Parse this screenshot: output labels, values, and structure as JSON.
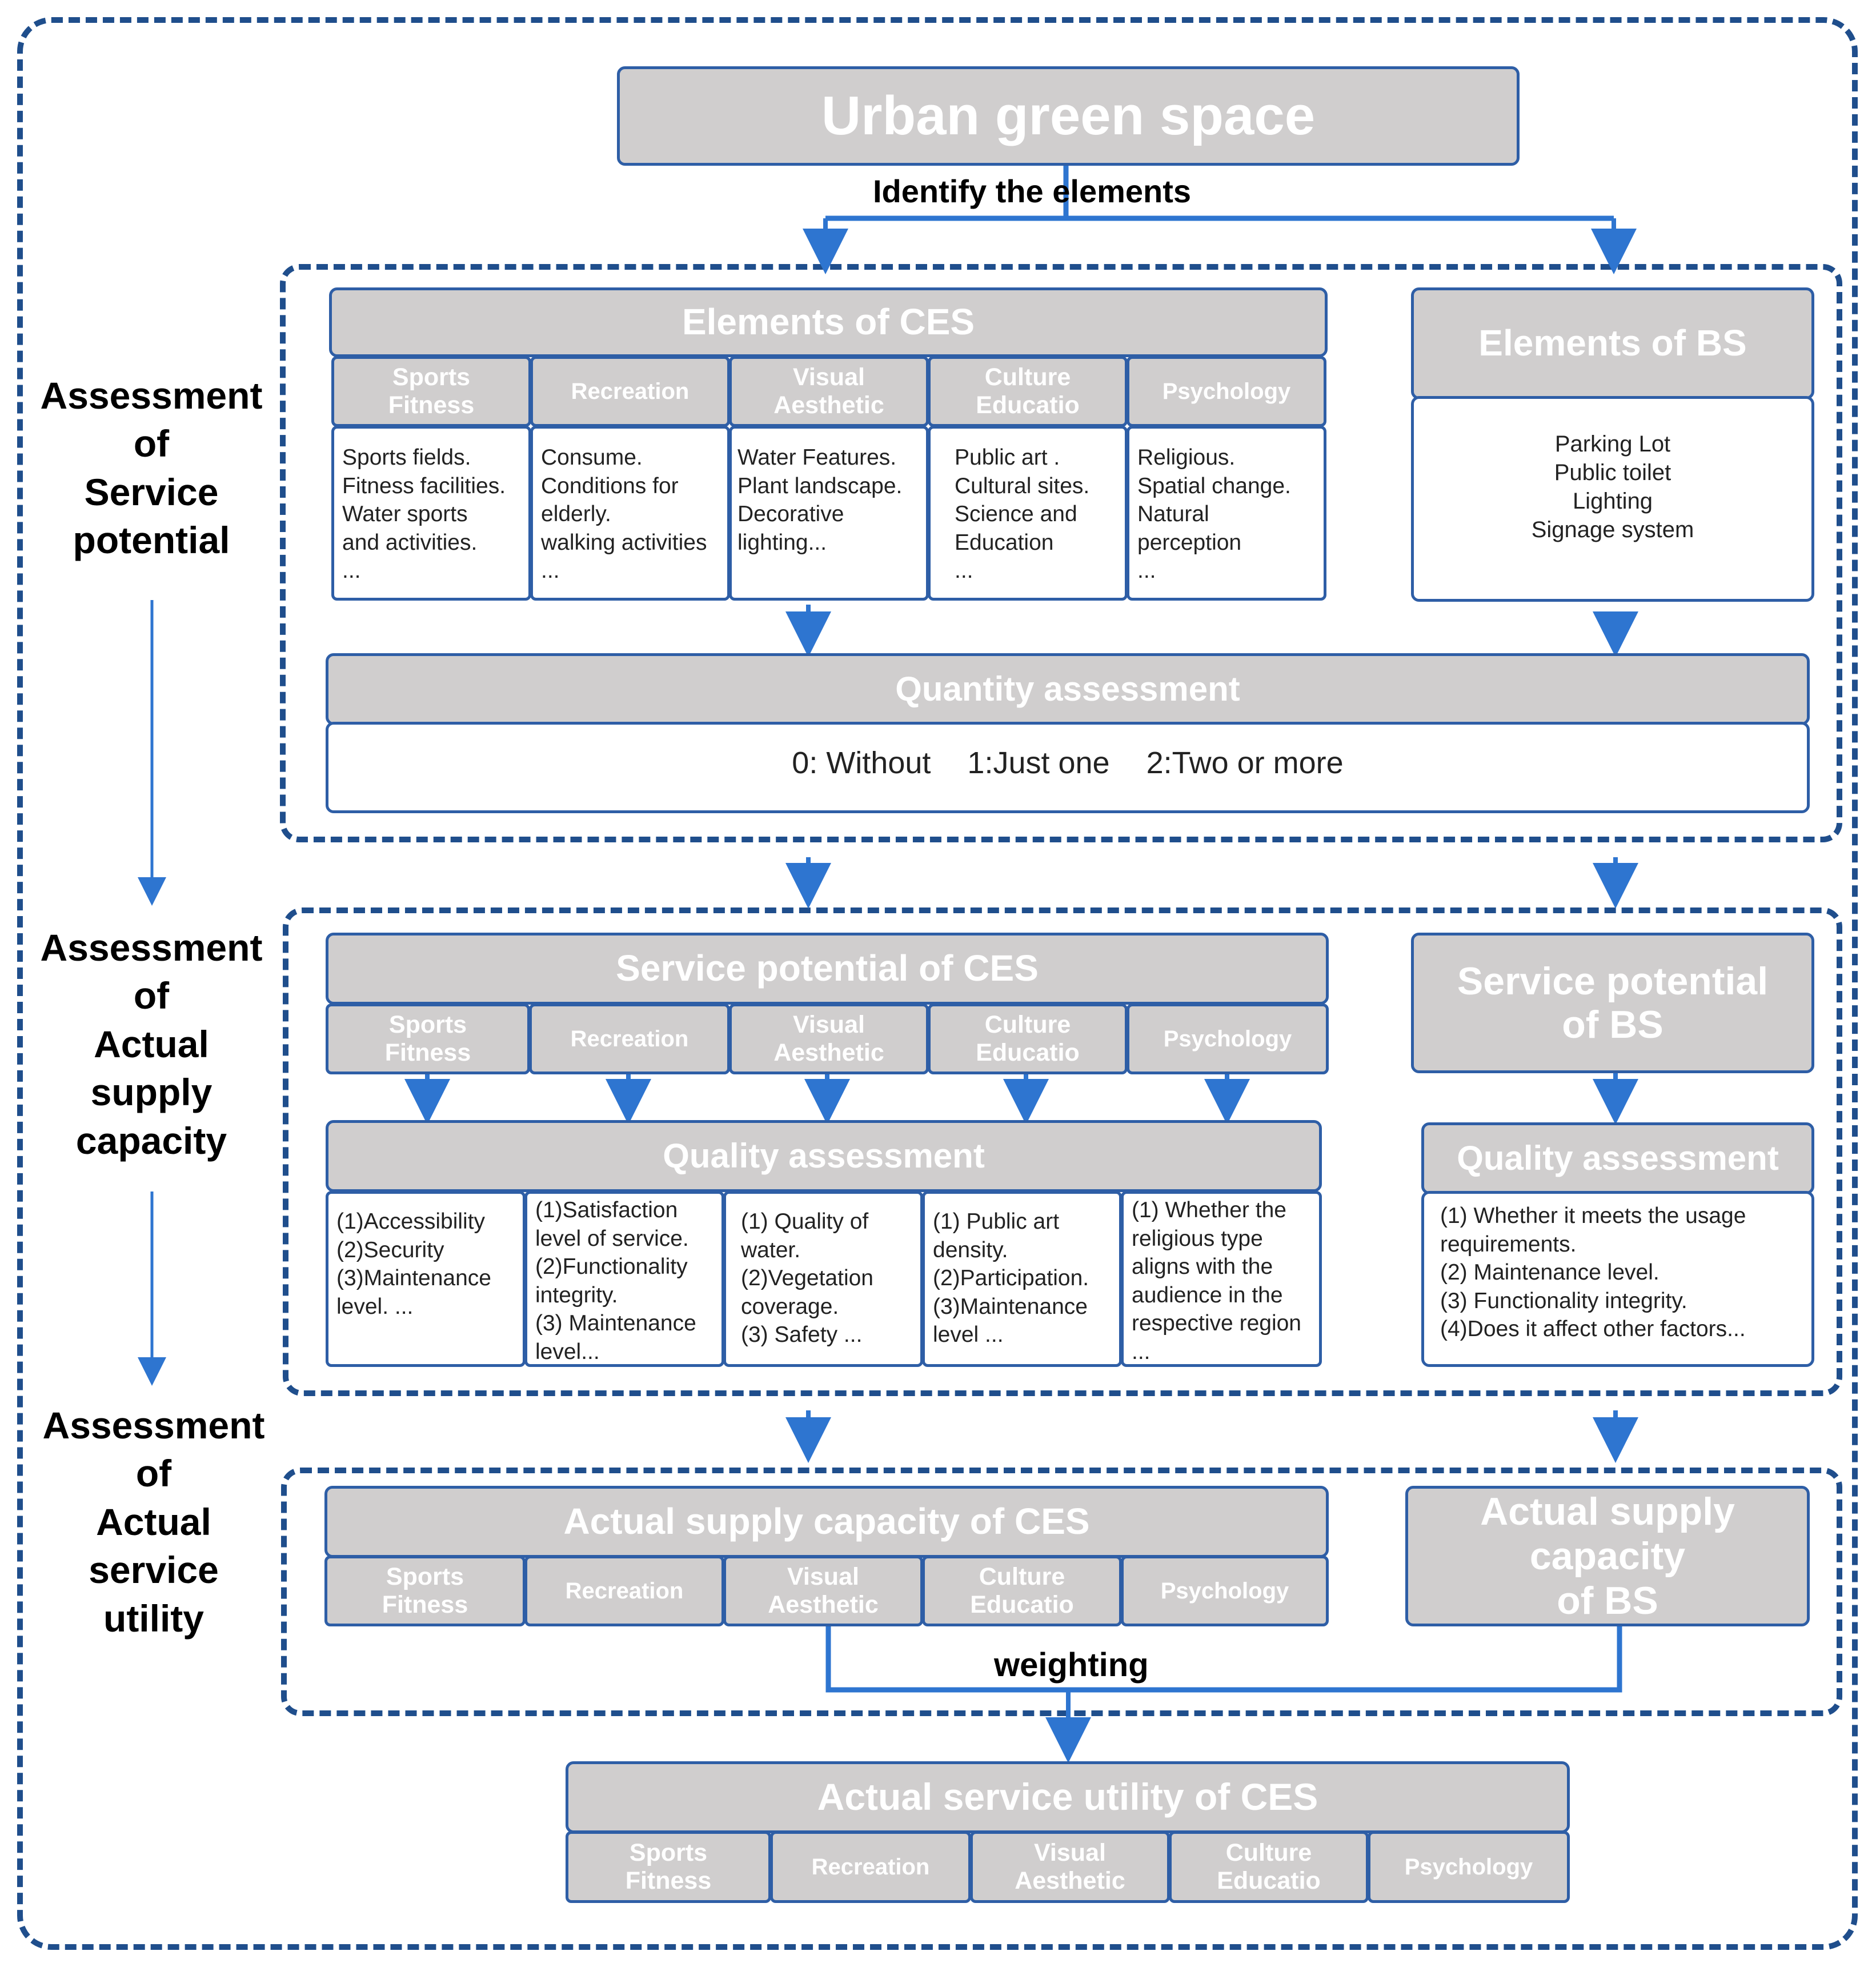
{
  "title": "Urban green space",
  "identify_label": "Identify the elements",
  "side_labels": {
    "stage1": "Assessment\nof\nService\npotential",
    "stage2": "Assessment\nof\nActual\nsupply\ncapacity",
    "stage3": "Assessment\nof\nActual\nservice\nutility"
  },
  "categories": [
    "Sports\nFitness",
    "Recreation",
    "Visual\nAesthetic",
    "Culture\nEducatio",
    "Psychology"
  ],
  "stage1": {
    "ces_title": "Elements of CES",
    "ces_elements": [
      "Sports fields.\nFitness facilities.\nWater sports\nand activities.\n...",
      "Consume.\nConditions for\nelderly.\nwalking activities\n...",
      "Water Features.\nPlant landscape.\nDecorative\nlighting...",
      "Public art .\nCultural sites.\nScience and\nEducation\n ...",
      "Religious.\nSpatial change.\nNatural\nperception\n..."
    ],
    "bs_title": "Elements of BS",
    "bs_elements": [
      "Parking Lot",
      "Public toilet",
      "Lighting",
      "Signage system"
    ],
    "quantity_title": "Quantity assessment",
    "quantity_scale": [
      "0: Without",
      "1:Just one",
      "2:Two or more"
    ]
  },
  "stage2": {
    "ces_title": "Service potential of CES",
    "bs_title": "Service potential\nof BS",
    "quality_title": "Quality assessment",
    "ces_quality": [
      "(1)Accessibility\n(2)Security\n(3)Maintenance\nlevel.  ...",
      "(1)Satisfaction\nlevel of service.\n(2)Functionality\nintegrity.\n(3) Maintenance\nlevel...",
      "(1) Quality of\nwater.\n(2)Vegetation\ncoverage.\n(3) Safety  ...",
      "(1) Public art\ndensity.\n(2)Participation.\n(3)Maintenance\nlevel ...",
      "(1) Whether the\nreligious type\naligns with the\naudience in the\nrespective region\n..."
    ],
    "bs_quality_title": "Quality assessment",
    "bs_quality": "(1) Whether it meets the usage\nrequirements.\n(2)  Maintenance level.\n(3) Functionality integrity.\n(4)Does it affect other factors..."
  },
  "stage3": {
    "ces_title": "Actual supply capacity of CES",
    "bs_title": "Actual supply\ncapacity\nof BS",
    "weighting_label": "weighting"
  },
  "result": {
    "title": "Actual service utility of CES"
  },
  "colors": {
    "box_fill": "#d0cece",
    "border_blue": "#2e5ea6",
    "arrow_blue": "#2e75d0",
    "dash_blue": "#1f4e8c"
  }
}
